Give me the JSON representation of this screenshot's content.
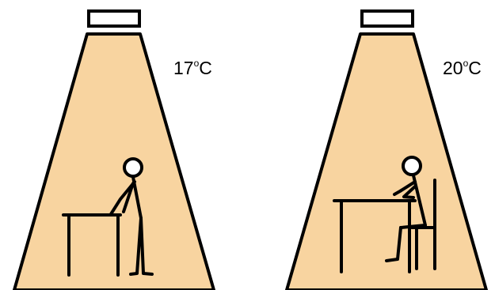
{
  "panels": [
    {
      "id": "standing",
      "temperature": "17",
      "degree": "o",
      "unit": "C"
    },
    {
      "id": "seated",
      "temperature": "20",
      "degree": "o",
      "unit": "C"
    }
  ],
  "colors": {
    "light_beam": "#F8D4A0",
    "outline": "#000000",
    "background": "#FFFFFF"
  },
  "icons": {
    "lamp": "ceiling-lamp",
    "standing_person": "standing-person-at-desk",
    "seated_person": "seated-person-at-desk"
  }
}
